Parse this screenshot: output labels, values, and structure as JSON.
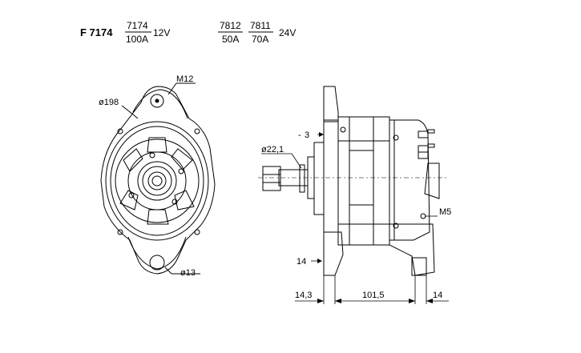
{
  "header": {
    "code": "F 7174",
    "variants": [
      {
        "top": "7174",
        "bottom": "100A"
      },
      {
        "top": "7812",
        "bottom": "50A"
      },
      {
        "top": "7811",
        "bottom": "70A"
      }
    ],
    "voltage_12": "12V",
    "voltage_24": "24V"
  },
  "front_view": {
    "diameter_label": "ø198",
    "thread_label": "M12",
    "hole_label": "ø13"
  },
  "side_view": {
    "offset_label": "3",
    "pulley_dia_label": "ø22,1",
    "thread_small_label": "M5",
    "mount_label": "14",
    "dim_left": "14,3",
    "dim_mid": "101,5",
    "dim_right": "14"
  }
}
